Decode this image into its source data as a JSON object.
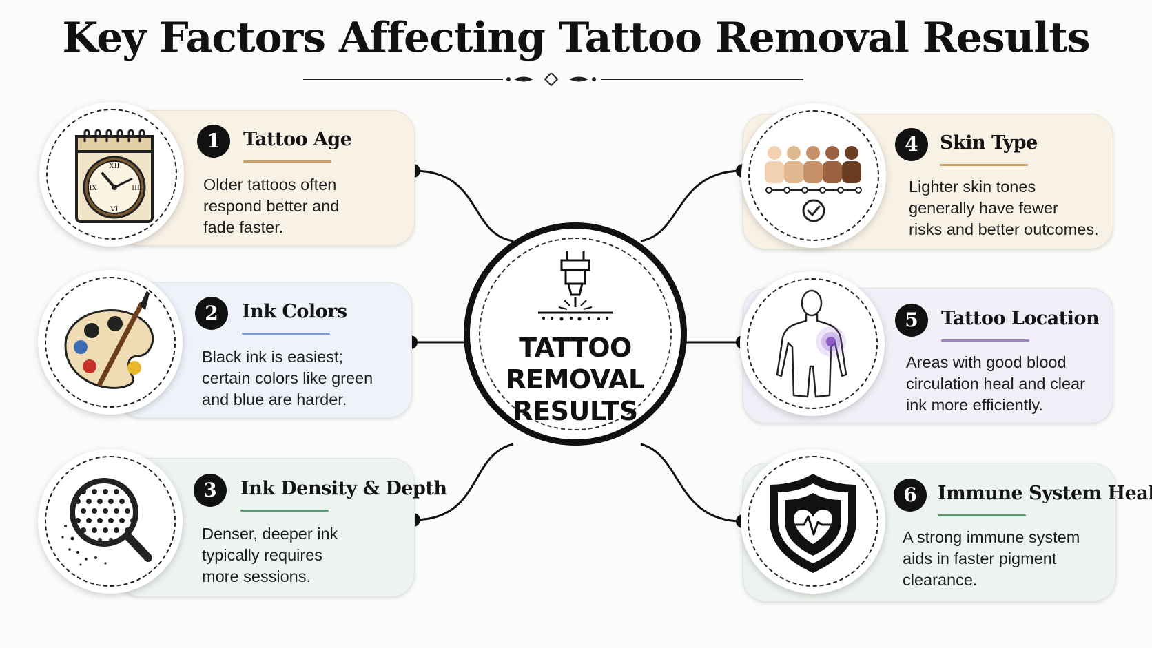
{
  "title": "Key Factors Affecting Tattoo Removal Results",
  "center": {
    "lines": [
      "TATTOO",
      "REMOVAL",
      "RESULTS"
    ],
    "icon": "laser-icon"
  },
  "factors": [
    {
      "number": "1",
      "title": "Tattoo Age",
      "lines": [
        "Older tattoos often",
        "respond better and",
        "fade faster."
      ],
      "icon": "calendar-clock-icon",
      "bg": "#f8f1e6",
      "accent": "#c8a063"
    },
    {
      "number": "2",
      "title": "Ink Colors",
      "lines": [
        "Black ink is easiest;",
        "certain colors like green",
        "and blue are harder."
      ],
      "icon": "paint-palette-icon",
      "bg": "#eef2f9",
      "accent": "#7f9ccb"
    },
    {
      "number": "3",
      "title": "Ink Density & Depth",
      "lines": [
        "Denser, deeper ink",
        "typically requires",
        "more sessions."
      ],
      "icon": "magnifier-icon",
      "bg": "#edf3ee",
      "accent": "#5c9a77"
    },
    {
      "number": "4",
      "title": "Skin Type",
      "lines": [
        "Lighter skin tones",
        "generally have fewer",
        "risks and better outcomes."
      ],
      "icon": "skin-tones-icon",
      "bg": "#f8f1e6",
      "accent": "#c8a063"
    },
    {
      "number": "5",
      "title": "Tattoo Location",
      "lines": [
        "Areas with good blood",
        "circulation heal and clear",
        "ink more efficiently."
      ],
      "icon": "body-outline-icon",
      "bg": "#f2eef7",
      "accent": "#9b82c2"
    },
    {
      "number": "6",
      "title": "Immune System Health",
      "lines": [
        "A strong immune system",
        "aids in faster pigment",
        "clearance."
      ],
      "icon": "shield-heart-icon",
      "bg": "#edf3ee",
      "accent": "#5c9a77"
    }
  ]
}
